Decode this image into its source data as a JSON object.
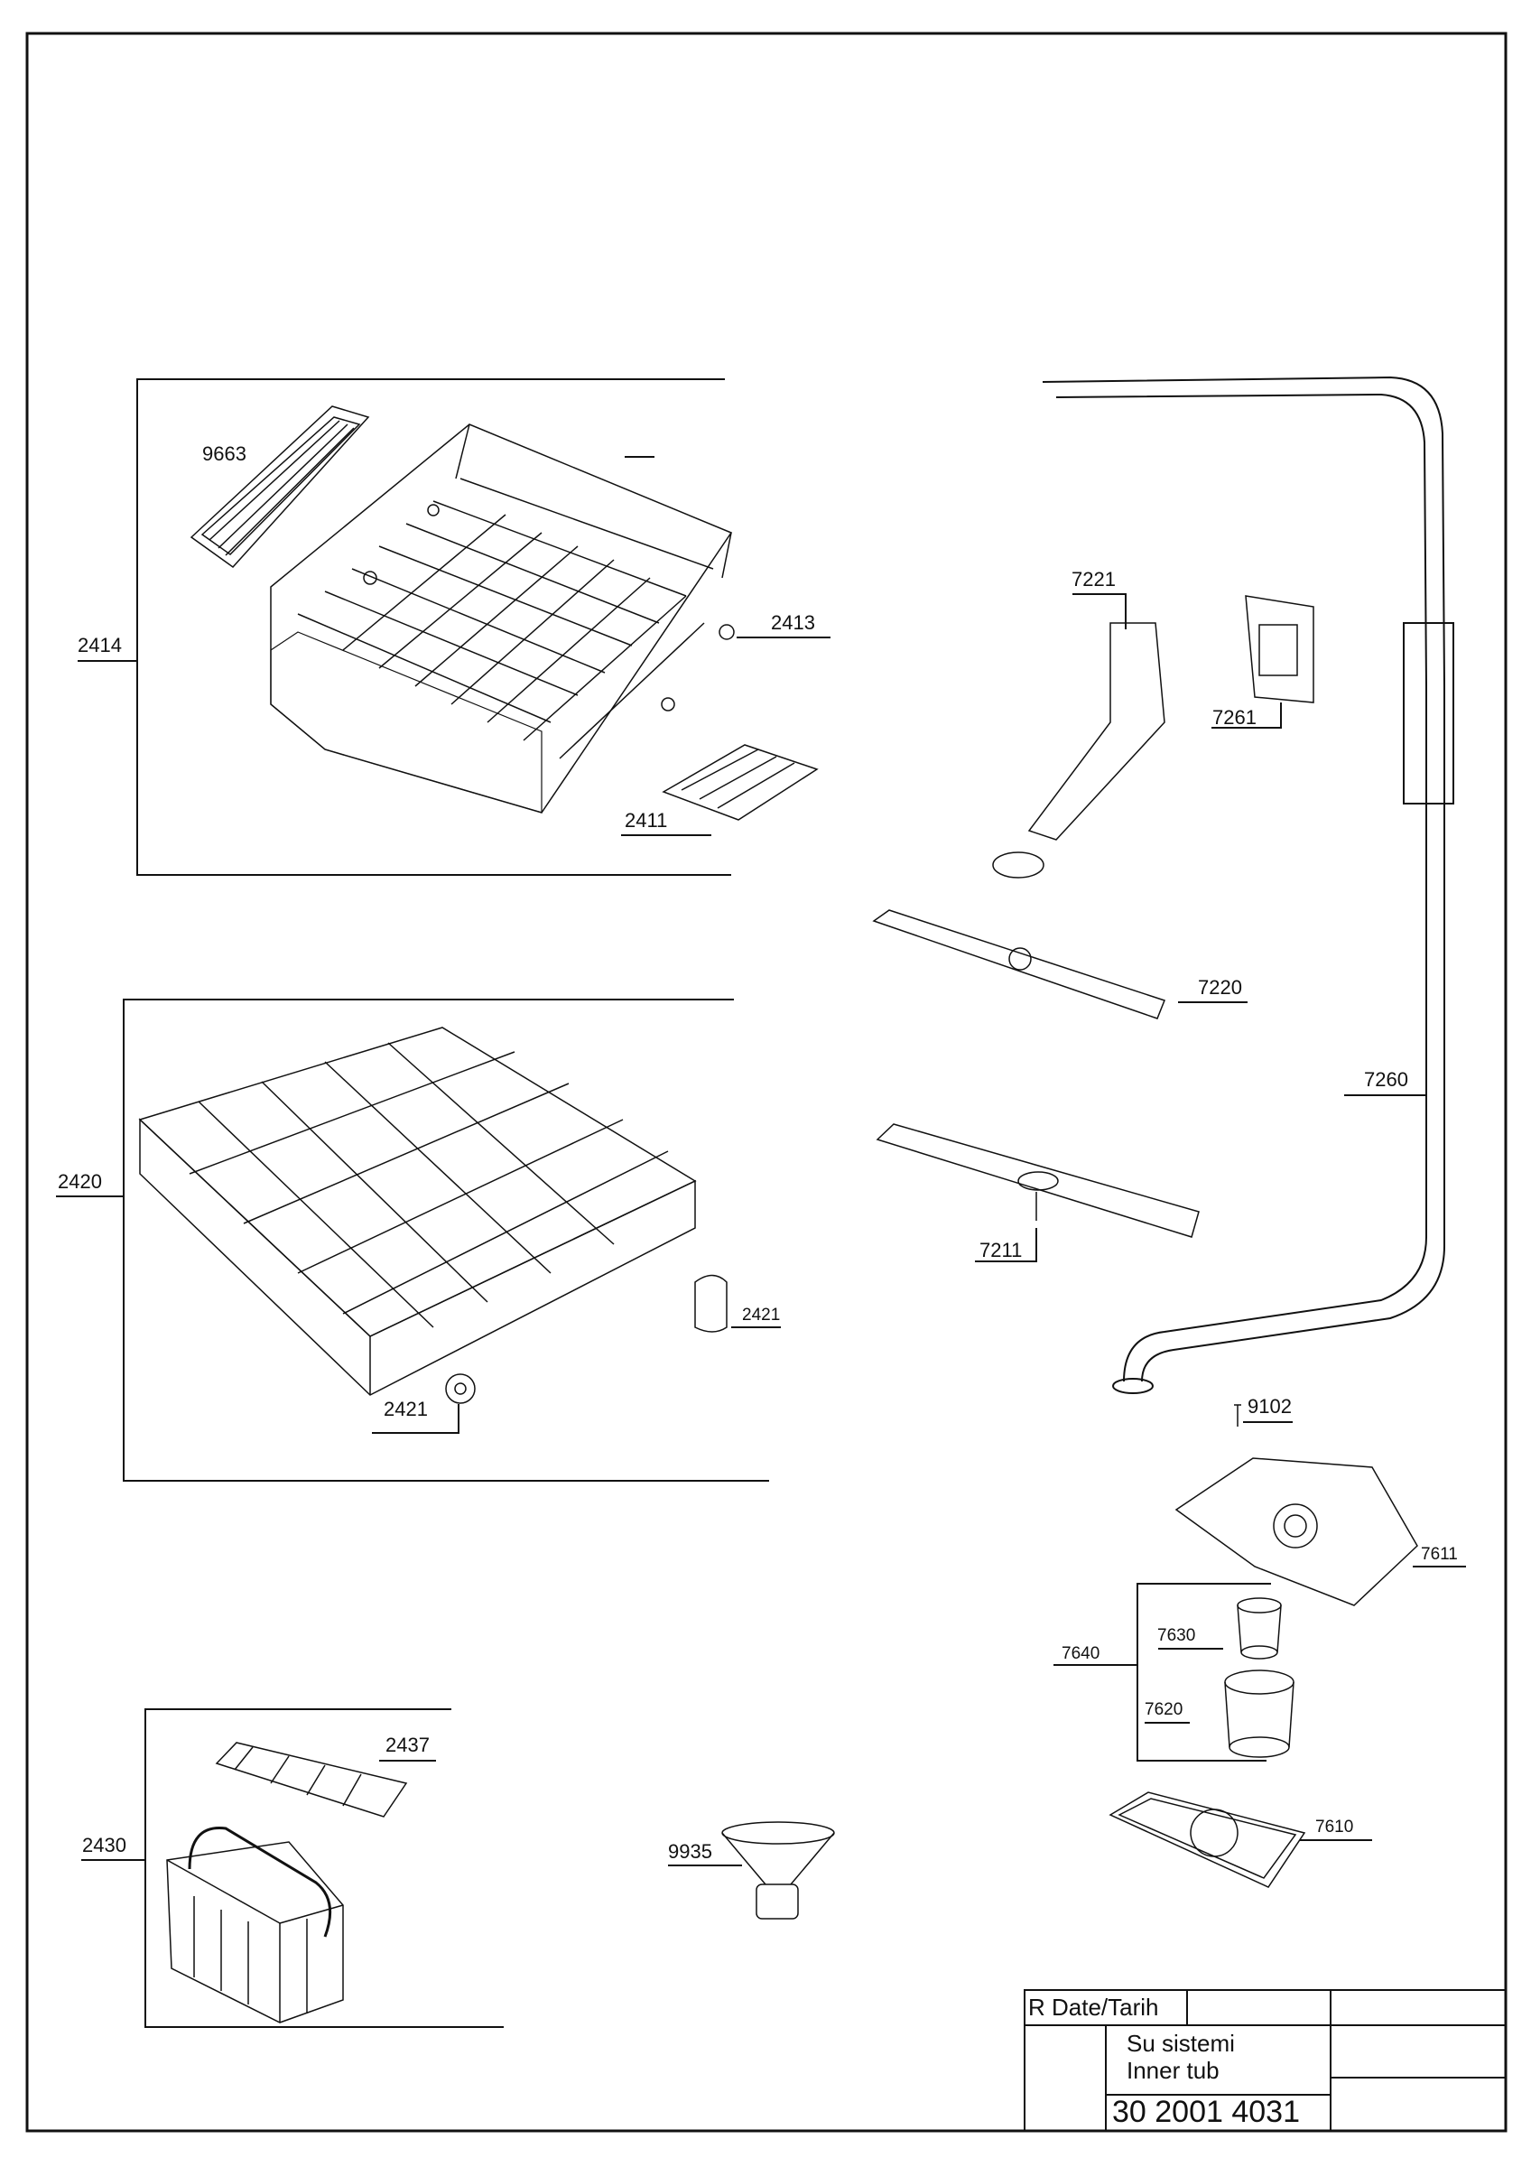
{
  "labels": {
    "p9663": "9663",
    "p2414": "2414",
    "p2413": "2413",
    "p2411": "2411",
    "p2420": "2420",
    "p2421a": "2421",
    "p2421b": "2421",
    "p2430": "2430",
    "p2437": "2437",
    "p9935": "9935",
    "p7221": "7221",
    "p7261": "7261",
    "p7220": "7220",
    "p7211": "7211",
    "p7260": "7260",
    "p9102": "9102",
    "p7611": "7611",
    "p7640": "7640",
    "p7630": "7630",
    "p7620": "7620",
    "p7610": "7610"
  },
  "title_block": {
    "rev_date": "R  Date/Tarih",
    "desc_line1": "Su sistemi",
    "desc_line2": "Inner tub",
    "drawing_number": "30 2001 4031"
  }
}
